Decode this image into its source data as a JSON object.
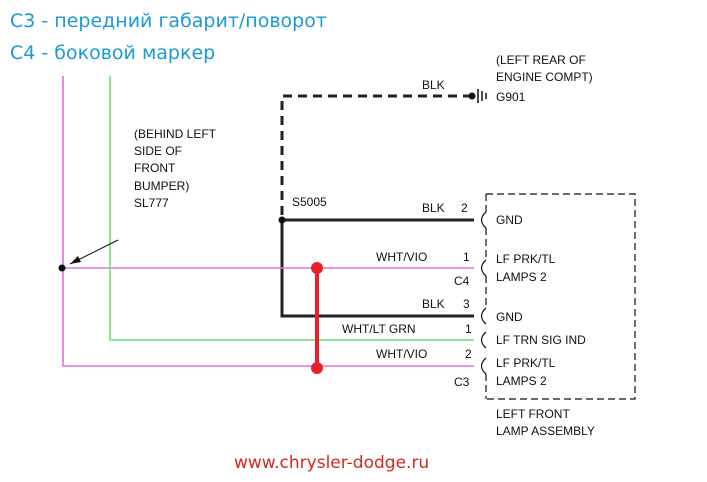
{
  "headings": {
    "c3": "C3 - передний габарит/поворот",
    "c4": "C4 - боковой маркер",
    "color": "#1a9ad6"
  },
  "ground": {
    "location_line1": "(LEFT REAR OF",
    "location_line2": "ENGINE COMPT)",
    "ground_id": "G901",
    "wire_color": "BLK"
  },
  "splice_bumper": {
    "line1": "(BEHIND LEFT",
    "line2": "SIDE OF",
    "line3": "FRONT",
    "line4": "BUMPER)",
    "id": "SL777"
  },
  "splice_s5005": {
    "id": "S5005"
  },
  "connector_c4": {
    "name": "C4",
    "pins": [
      {
        "wire": "BLK",
        "pin": "2",
        "function": "GND"
      },
      {
        "wire": "WHT/VIO",
        "pin": "1",
        "function_line1": "LF PRK/TL",
        "function_line2": "LAMPS 2"
      }
    ]
  },
  "connector_c3": {
    "name": "C3",
    "pins": [
      {
        "wire": "BLK",
        "pin": "3",
        "function": "GND"
      },
      {
        "wire": "WHT/LT GRN",
        "pin": "1",
        "function": "LF TRN SIG IND"
      },
      {
        "wire": "WHT/VIO",
        "pin": "2",
        "function_line1": "LF PRK/TL",
        "function_line2": "LAMPS 2"
      }
    ]
  },
  "assembly": {
    "line1": "LEFT FRONT",
    "line2": "LAMP ASSEMBLY"
  },
  "footer": {
    "url": "www.chrysler-dodge.ru",
    "color": "#d02a1e"
  },
  "wire_colors": {
    "vio": "#e070e0",
    "green": "#6ee06e",
    "black": "#222222",
    "jumper": "#e8202a"
  }
}
